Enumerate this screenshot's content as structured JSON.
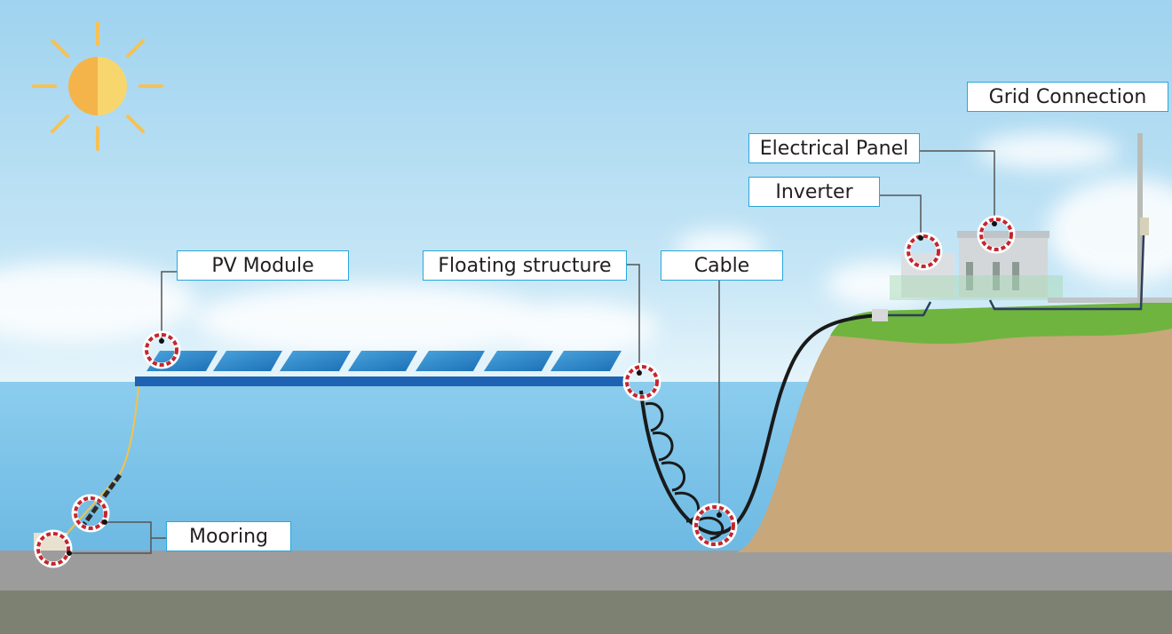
{
  "labels": {
    "pv_module": "PV Module",
    "floating_structure": "Floating structure",
    "cable": "Cable",
    "inverter": "Inverter",
    "electrical_panel": "Electrical Panel",
    "grid_connection": "Grid Connection",
    "mooring": "Mooring"
  },
  "colors": {
    "label_border": "#2aa6dc",
    "marker": "#c4262e",
    "water": "#74bfe6",
    "sky": "#a9d9f1",
    "ground": "#c8a77a",
    "grass": "#6fb43f"
  }
}
